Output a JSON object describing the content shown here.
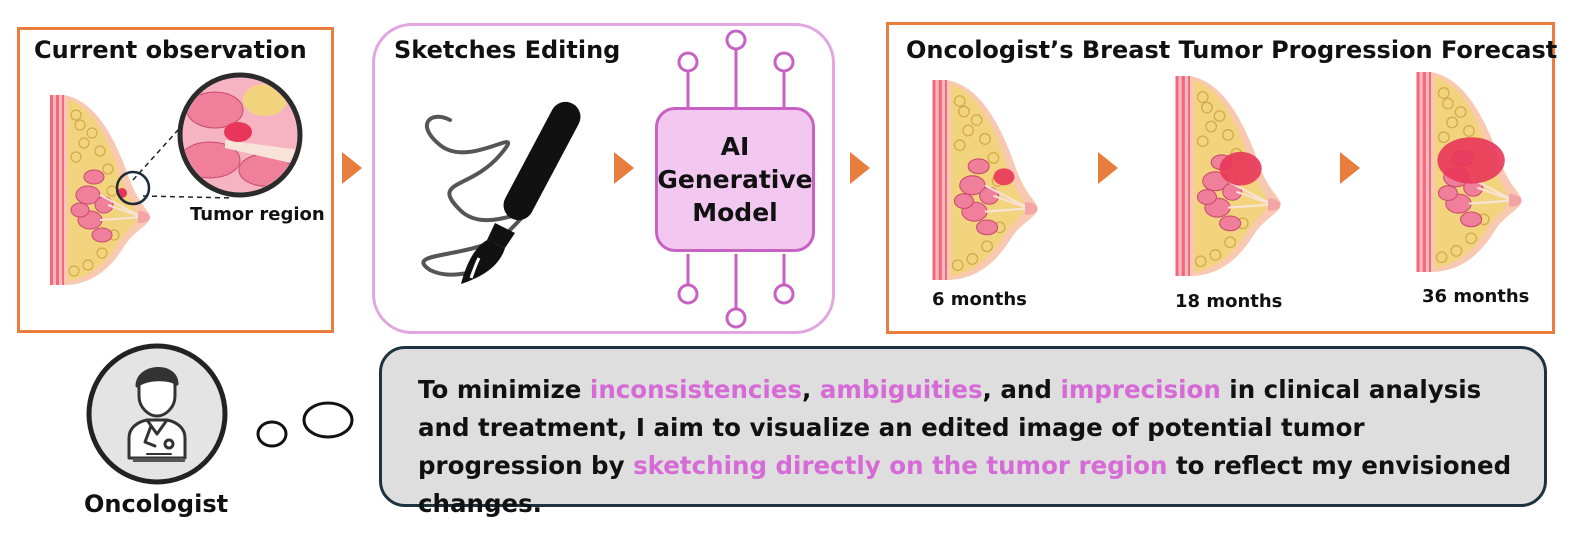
{
  "panels": {
    "current": {
      "title": "Current observation",
      "tumor_label": "Tumor region"
    },
    "sketch": {
      "title": "Sketches Editing",
      "model_lines": [
        "AI",
        "Generative",
        "Model"
      ]
    },
    "forecast": {
      "title": "Oncologist’s Breast Tumor Progression Forecast",
      "stages": [
        {
          "label": "6 months"
        },
        {
          "label": "18 months"
        },
        {
          "label": "36 months"
        }
      ]
    }
  },
  "oncologist": {
    "label": "Oncologist"
  },
  "speech": {
    "segments": [
      {
        "text": "To minimize ",
        "highlight": false
      },
      {
        "text": "inconsistencies",
        "highlight": true
      },
      {
        "text": ", ",
        "highlight": false
      },
      {
        "text": "ambiguities",
        "highlight": true
      },
      {
        "text": ", and ",
        "highlight": false
      },
      {
        "text": "imprecision",
        "highlight": true
      },
      {
        "text": " in clinical analysis and treatment, I aim to visualize an edited image of potential tumor progression by ",
        "highlight": false
      },
      {
        "text": "sketching directly on the tumor region",
        "highlight": true
      },
      {
        "text": " to reflect my envisioned changes.",
        "highlight": false
      }
    ]
  },
  "colors": {
    "accent_orange": "#e87d3e",
    "accent_pink": "#d66ad6",
    "panel_pink_border": "#e2a6e0",
    "ai_box_fill": "#f2c8f0",
    "tumor_red": "#e8365a"
  },
  "icons": [
    "breast-anatomy-icon",
    "magnifier-icon",
    "paintbrush-icon",
    "scribble-icon",
    "circuit-icon",
    "doctor-icon",
    "thought-bubble-icon"
  ]
}
